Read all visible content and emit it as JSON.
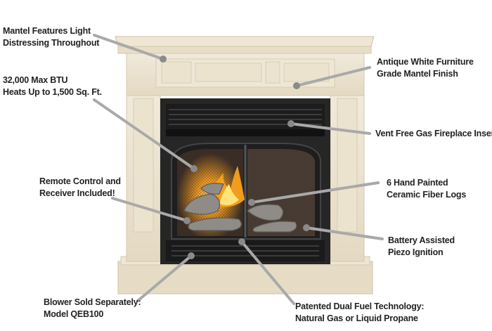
{
  "callouts": {
    "mantel_distressing": {
      "line1": "Mantel Features Light",
      "line2": "Distressing Throughout"
    },
    "btu": {
      "line1": "32,000 Max BTU",
      "line2": "Heats Up to 1,500 Sq. Ft."
    },
    "remote": {
      "line1": "Remote Control and",
      "line2": "Receiver Included!"
    },
    "blower": {
      "line1": "Blower Sold Separately:",
      "line2": "Model QEB100"
    },
    "finish": {
      "line1": "Antique White Furniture",
      "line2": "Grade Mantel Finish"
    },
    "insert": {
      "line1": "Vent Free Gas Fireplace Insert"
    },
    "logs": {
      "line1": "6 Hand Painted",
      "line2": "Ceramic Fiber Logs"
    },
    "ignition": {
      "line1": "Battery Assisted",
      "line2": "Piezo Ignition"
    },
    "dual_fuel": {
      "line1": "Patented Dual Fuel Technology:",
      "line2": "Natural Gas or Liquid Propane"
    }
  },
  "colors": {
    "mantel": "#ece3cf",
    "mantel_shadow": "#d8ccb2",
    "firebox": "#2a2a2a",
    "callout_line": "#a9a9a9",
    "callout_dot": "#8a8a8a",
    "flame": "#f7a21b"
  }
}
